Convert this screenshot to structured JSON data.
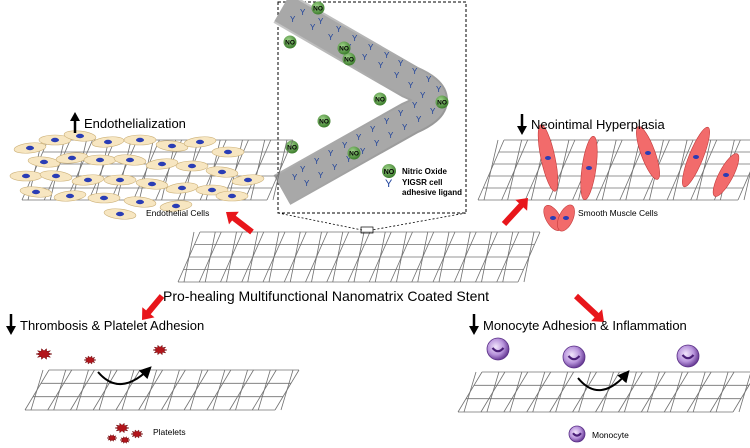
{
  "main_title": "Pro-healing Multifunctional Nanomatrix Coated Stent",
  "panels": {
    "endothelialization": {
      "title": "Endothelialization",
      "direction": "up",
      "cell_label": "Endothelial Cells"
    },
    "neointimal": {
      "title": "Neointimal Hyperplasia",
      "direction": "down",
      "cell_label": "Smooth Muscle Cells"
    },
    "thrombosis": {
      "title": "Thrombosis & Platelet Adhesion",
      "direction": "down",
      "cell_label": "Platelets"
    },
    "monocyte": {
      "title": "Monocyte Adhesion & Inflammation",
      "direction": "down",
      "cell_label": "Monocyte"
    }
  },
  "inset": {
    "molecule_tag": "NO",
    "legend": [
      {
        "symbol": "NO",
        "label": "Nitric Oxide"
      },
      {
        "symbol": "Y",
        "label_line1": "YIGSR cell",
        "label_line2": "adhesive ligand"
      }
    ]
  },
  "colors": {
    "arrow_red": "#e8161b",
    "endothelial_fill": "#f7e6c1",
    "nucleus_blue": "#2a3db5",
    "smooth_muscle_fill": "#f26b6b",
    "platelet_red": "#b3141a",
    "monocyte_purple": "#8a5bb8",
    "no_green": "#4f9a3c",
    "strut_gray": "#9d9d9d",
    "mesh_gray": "#777777"
  }
}
